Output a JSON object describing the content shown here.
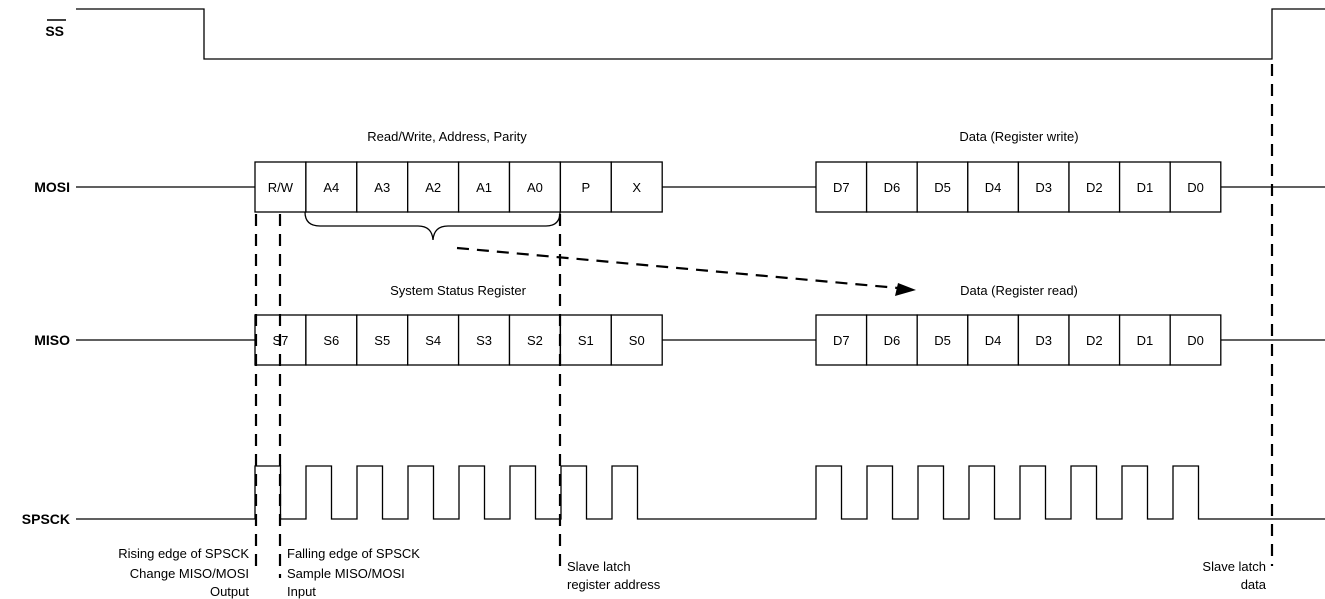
{
  "signals": {
    "ss": "SS",
    "mosi": "MOSI",
    "miso": "MISO",
    "spsck": "SPSCK"
  },
  "headers": {
    "mosi_group1": "Read/Write, Address, Parity",
    "mosi_group2": "Data (Register write)",
    "miso_group1": "System Status Register",
    "miso_group2": "Data (Register read)"
  },
  "mosi_bits_1": [
    "R/W",
    "A4",
    "A3",
    "A2",
    "A1",
    "A0",
    "P",
    "X"
  ],
  "mosi_bits_2": [
    "D7",
    "D6",
    "D5",
    "D4",
    "D3",
    "D2",
    "D1",
    "D0"
  ],
  "miso_bits_1": [
    "S7",
    "S6",
    "S5",
    "S4",
    "S3",
    "S2",
    "S1",
    "S0"
  ],
  "miso_bits_2": [
    "D7",
    "D6",
    "D5",
    "D4",
    "D3",
    "D2",
    "D1",
    "D0"
  ],
  "annotations": {
    "rising": [
      "Rising edge of SPSCK",
      "Change MISO/MOSI",
      "Output"
    ],
    "falling": [
      "Falling edge of SPSCK",
      "Sample MISO/MOSI",
      "Input"
    ],
    "latch_addr": [
      "Slave latch",
      "register address"
    ],
    "latch_data": [
      "Slave latch",
      "data"
    ]
  }
}
